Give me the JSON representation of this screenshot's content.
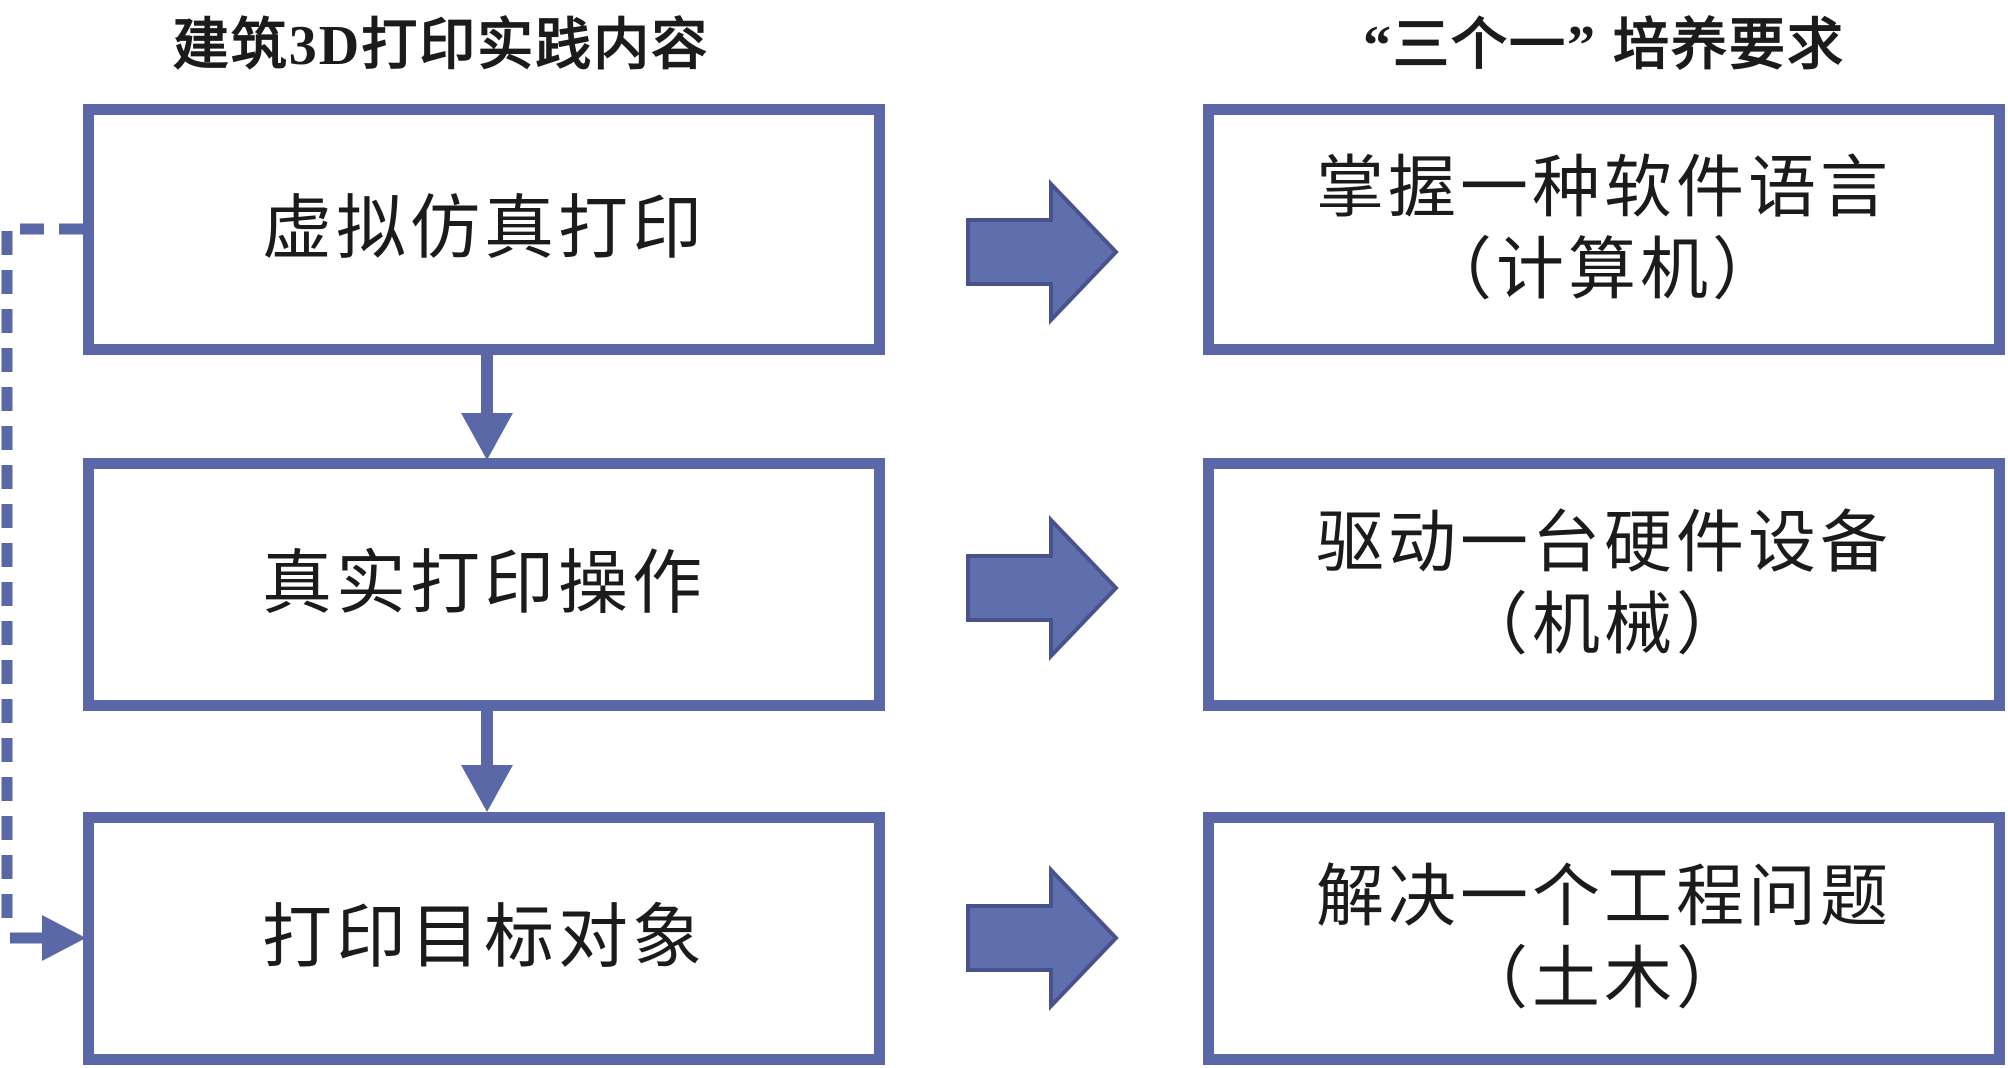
{
  "diagram": {
    "left_column": {
      "header": "建筑3D打印实践内容",
      "boxes": [
        {
          "label": "虚拟仿真打印"
        },
        {
          "label": "真实打印操作"
        },
        {
          "label": "打印目标对象"
        }
      ]
    },
    "right_column": {
      "header": "“三个一” 培养要求",
      "boxes": [
        {
          "line1": "掌握一种软件语言",
          "line2": "（计算机）"
        },
        {
          "line1": "驱动一台硬件设备",
          "line2": "（机械）"
        },
        {
          "line1": "解决一个工程问题",
          "line2": "（土木）"
        }
      ]
    },
    "connections": {
      "down_arrows": "sequential flow between left boxes",
      "block_arrows": "each left box maps to right requirement",
      "dashed_feedback": "from box 1 side loop into box 3"
    },
    "colors": {
      "line_blue": "#5B68A8",
      "block_arrow_fill": "#5F6EAC",
      "block_arrow_stroke": "#48538C",
      "text": "#1b1b1b",
      "background": "#ffffff"
    }
  }
}
